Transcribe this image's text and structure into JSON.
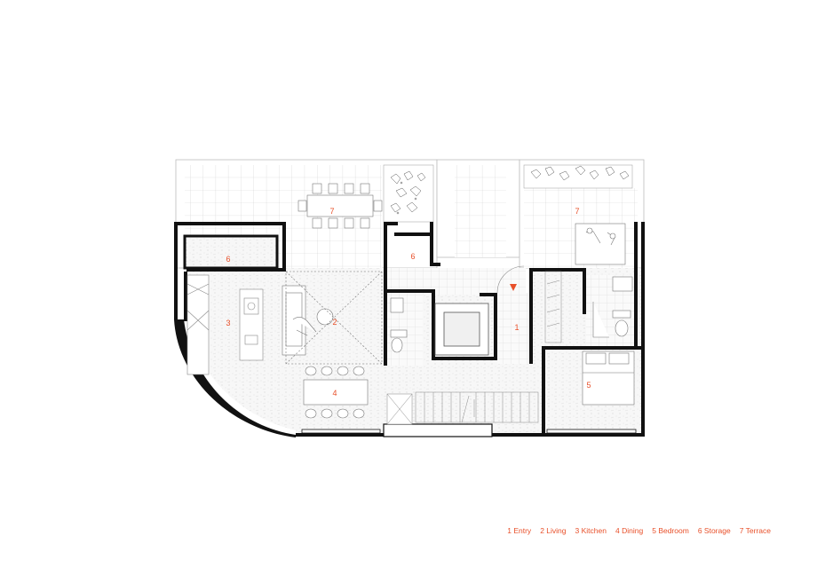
{
  "plan": {
    "room_numbers": [
      "7",
      "7",
      "6",
      "6",
      "3",
      "2",
      "1",
      "5",
      "4"
    ]
  },
  "legend": [
    {
      "num": "1",
      "label": "Entry"
    },
    {
      "num": "2",
      "label": "Living"
    },
    {
      "num": "3",
      "label": "Kitchen"
    },
    {
      "num": "4",
      "label": "Dining"
    },
    {
      "num": "5",
      "label": "Bedroom"
    },
    {
      "num": "6",
      "label": "Storage"
    },
    {
      "num": "7",
      "label": "Terrace"
    }
  ],
  "colors": {
    "accent": "#e8502a",
    "wall": "#111111",
    "line": "#c8c8c8"
  }
}
